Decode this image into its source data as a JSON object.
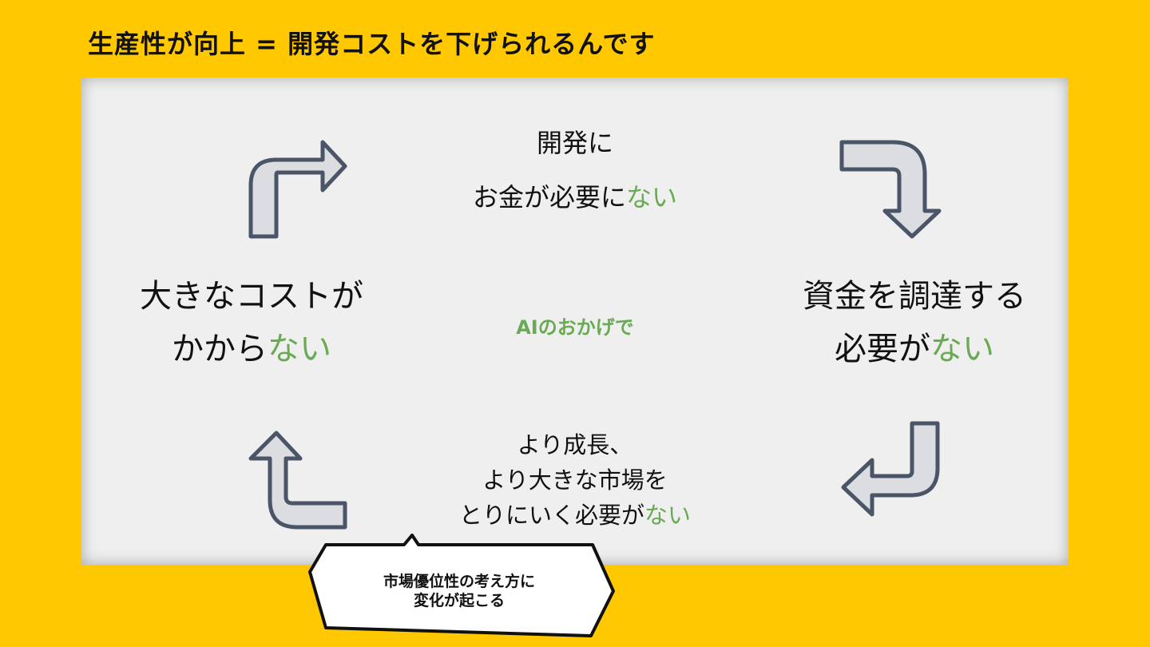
{
  "title": "生産性が向上 = 開発コストを下げられるんです",
  "center_label": "AIのおかげで",
  "nodes": {
    "top": {
      "line1": "開発に",
      "line2_main": "お金が必要に",
      "line2_neg": "ない"
    },
    "right": {
      "line1": "資金を調達する",
      "line2_main": "必要が",
      "line2_neg": "ない"
    },
    "bottom": {
      "line1": "より成長、",
      "line2": "より大きな市場を",
      "line3_main": "とりにいく必要が",
      "line3_neg": "ない"
    },
    "left": {
      "line1": "大きなコストが",
      "line2_main": "かから",
      "line2_neg": "ない"
    }
  },
  "callout": {
    "line1": "市場優位性の考え方に",
    "line2": "変化が起こる"
  },
  "colors": {
    "background": "#FFC800",
    "panel": "#EFEFEF",
    "negation": "#6AAA55",
    "arrow_fill": "#DCDDE0",
    "arrow_stroke": "#4A5568"
  }
}
